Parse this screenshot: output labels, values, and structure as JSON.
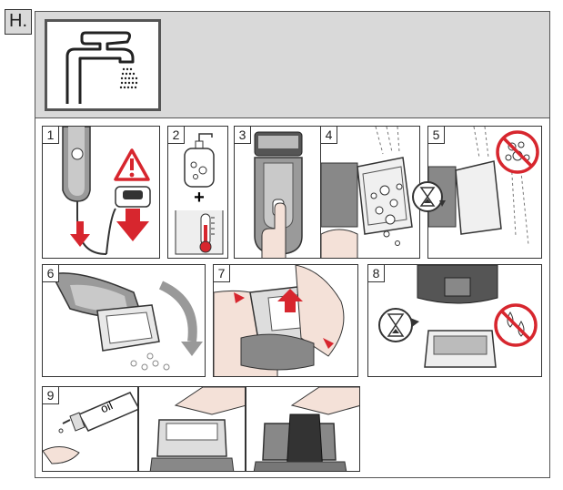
{
  "section": {
    "letter": "H."
  },
  "steps": [
    {
      "num": "1"
    },
    {
      "num": "2"
    },
    {
      "num": "3"
    },
    {
      "num": "4"
    },
    {
      "num": "5"
    },
    {
      "num": "6"
    },
    {
      "num": "7"
    },
    {
      "num": "8"
    },
    {
      "num": "9"
    }
  ],
  "labels": {
    "plus": "+",
    "oil": "oil"
  },
  "colors": {
    "warning_red": "#d7262e",
    "header_gray": "#d9d9d9",
    "device_gray": "#9a9a9a",
    "outline": "#333333"
  },
  "icons": [
    "faucet-icon",
    "warning-icon",
    "hourglass-icon",
    "no-water-icon",
    "no-brush-icon",
    "thermometer-icon",
    "arrow-down-icon"
  ]
}
